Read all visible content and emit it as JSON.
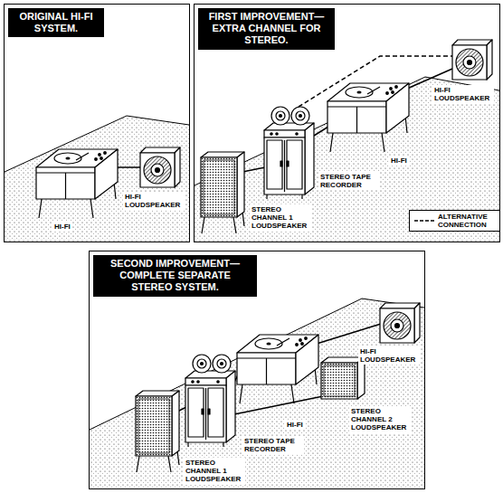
{
  "diagram": {
    "nodes": [
      {
        "text": [
          "ORIGINAL HI-FI SYSTEM."
        ]
      },
      {
        "text": [
          "FIRST IMPROVEMENT— EXTRA CHANNEL FOR STEREO."
        ]
      },
      {
        "text": [
          "SECOND IMPROVEMENT— COMPLETE SEPARATE STEREO SYSTEM."
        ]
      }
    ],
    "labels": [
      "HI-FI LOUDSPEAKER",
      "HI-FI",
      "STEREO CHANNEL 1 LOUDSPEAKER",
      "STEREO TAPE RECORDER",
      "HI-FI",
      "HI-FI LOUDSPEAKER",
      "HI-FI LOUDSPEAKER",
      "STEREO CHANNEL 2 LOUDSPEAKER",
      "HI-FI",
      "STEREO TAPE RECORDER",
      "STEREO CHANNEL 1 LOUDSPEAKER"
    ],
    "legend": [
      {
        "text": "ALTERNATIVE CONNECTION"
      }
    ]
  }
}
